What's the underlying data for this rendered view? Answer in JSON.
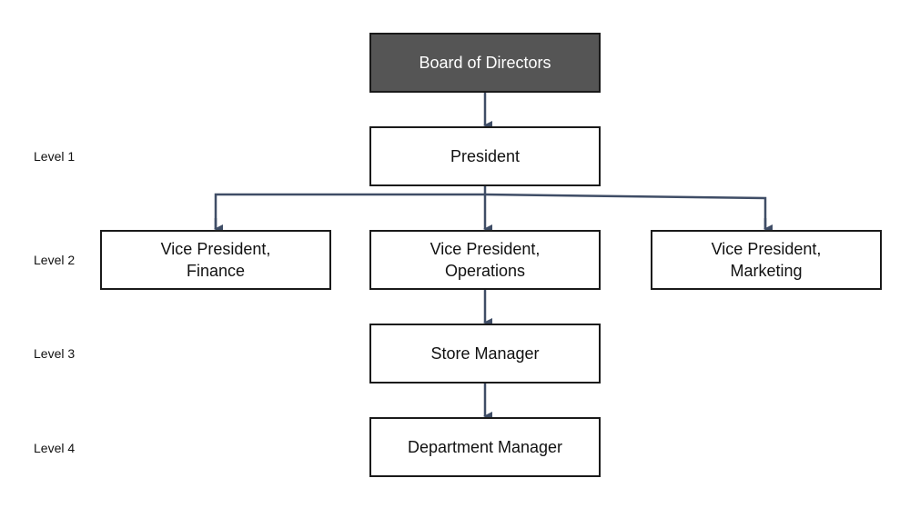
{
  "levels": [
    "Level 1",
    "Level 2",
    "Level 3",
    "Level 4"
  ],
  "nodes": {
    "board": "Board of Directors",
    "president": "President",
    "vp_finance": "Vice President,\nFinance",
    "vp_operations": "Vice President,\nOperations",
    "vp_marketing": "Vice President,\nMarketing",
    "store_manager": "Store Manager",
    "department_manager": "Department Manager"
  },
  "colors": {
    "connector": "#3f4d66",
    "box_border": "#1a1a1a",
    "top_box_fill": "#555555"
  }
}
